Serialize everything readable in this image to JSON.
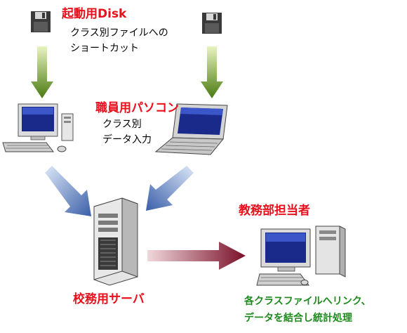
{
  "startup_disk": {
    "title": "起動用Disk",
    "desc_line1": "クラス別ファイルへの",
    "desc_line2": "ショートカット"
  },
  "staff_pc": {
    "title": "職員用パソコン",
    "desc_line1": "クラス別",
    "desc_line2": "データ入力"
  },
  "school_server": {
    "title": "校務用サーバ"
  },
  "admin_staff": {
    "title": "教務部担当者",
    "desc_line1": "各クラスファイルへリンク、",
    "desc_line2": "データを結合し統計処理"
  },
  "icons": [
    "floppy-disk-icon",
    "floppy-disk-icon",
    "desktop-computer-icon",
    "laptop-computer-icon",
    "server-tower-icon",
    "desktop-computer-icon"
  ],
  "colors": {
    "label_red": "#e8101c",
    "label_green": "#1c8a1c",
    "arrow_green": "#5a8a18",
    "arrow_blue": "#4f74b8",
    "arrow_red": "#8a1830"
  }
}
